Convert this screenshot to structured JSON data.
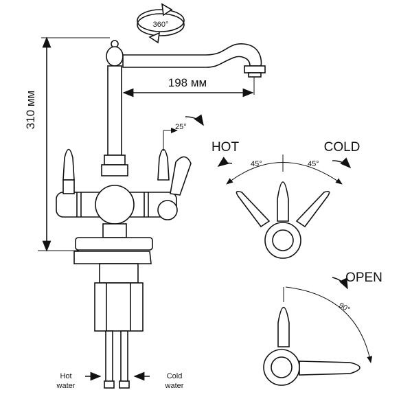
{
  "title": "Faucet technical drawing",
  "labels": {
    "rotation": "360°",
    "spout_reach": "198 мм",
    "height": "310 мм",
    "lever_tilt": "25°",
    "hot": "HOT",
    "cold": "COLD",
    "hot_angle": "45°",
    "cold_angle": "45°",
    "open": "OPEN",
    "open_angle": "90°",
    "hot_water_1": "Hot",
    "hot_water_2": "water",
    "cold_water_1": "Cold",
    "cold_water_2": "water"
  },
  "colors": {
    "line": "#111111",
    "background": "#ffffff"
  }
}
